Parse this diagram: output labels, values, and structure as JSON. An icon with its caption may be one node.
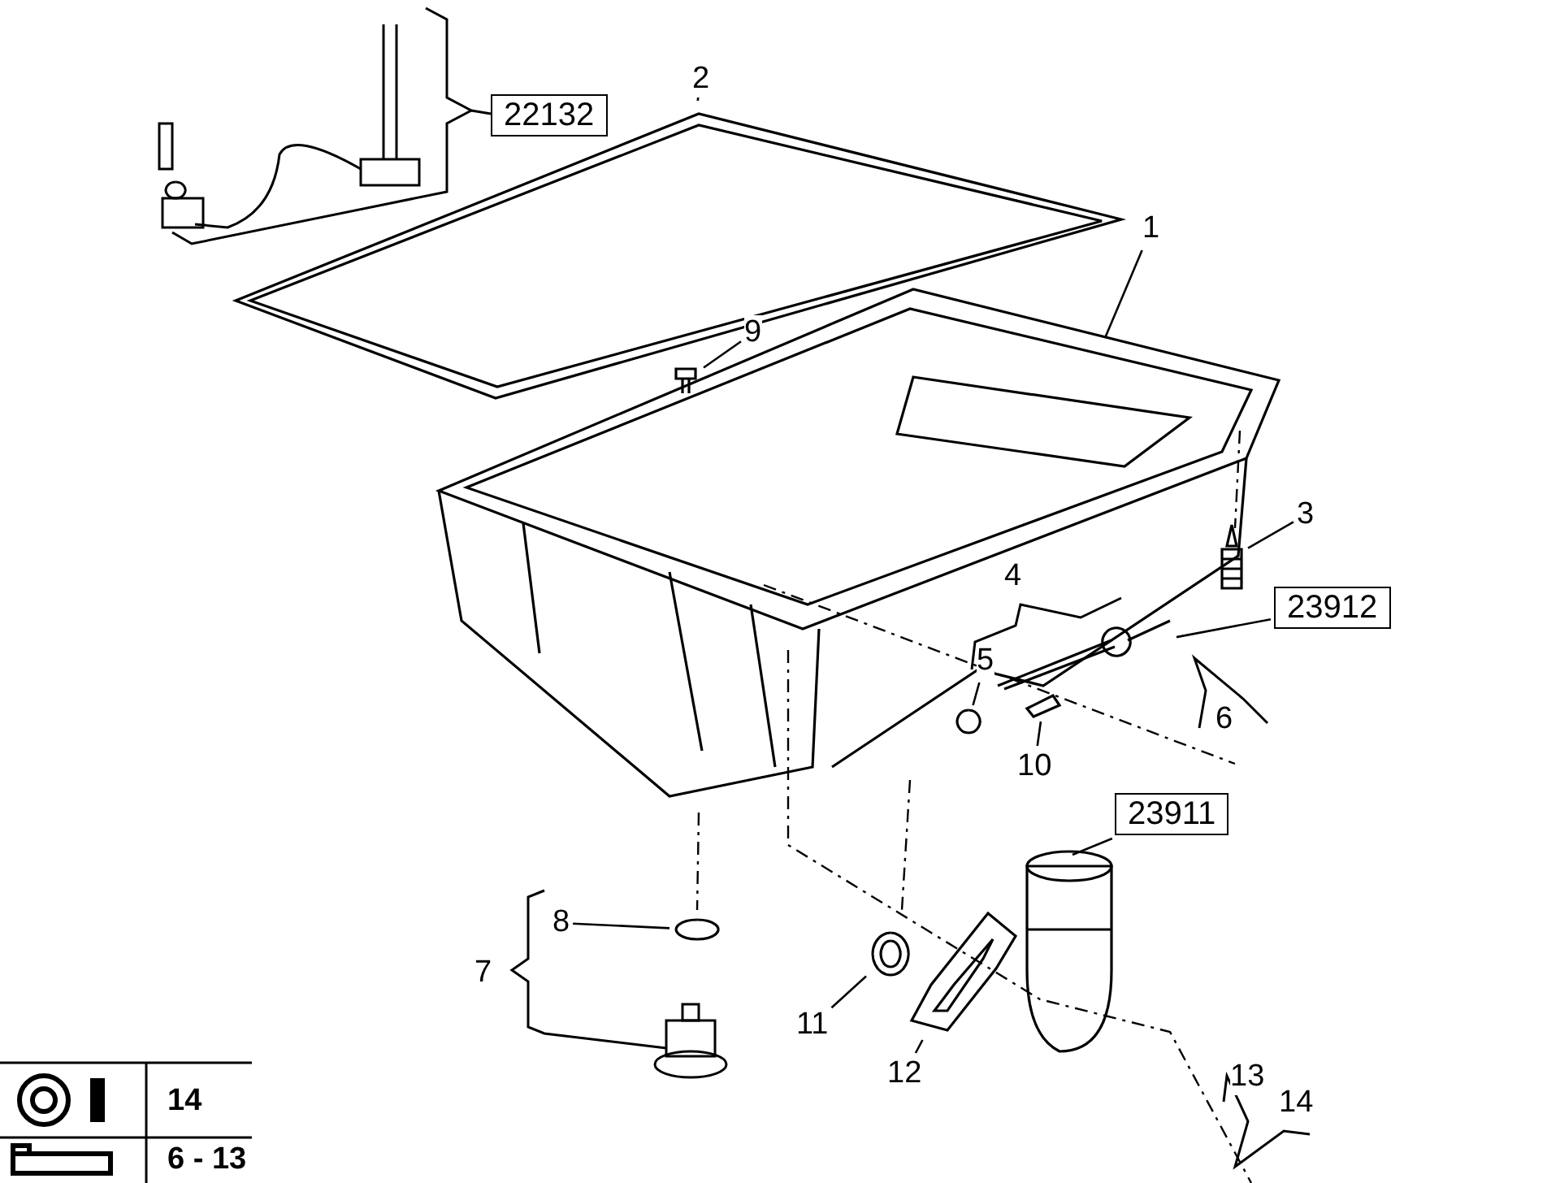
{
  "diagram": {
    "nodes": [
      {
        "text": [
          "22132"
        ]
      },
      {
        "text": [
          "2"
        ]
      },
      {
        "text": [],
        "shape": "picture"
      },
      {
        "text": [
          "1"
        ]
      },
      {
        "text": [],
        "shape": "picture"
      },
      {
        "text": [
          "9"
        ]
      },
      {
        "text": [],
        "shape": "picture"
      },
      {
        "text": [
          "3"
        ]
      },
      {
        "text": [],
        "shape": "picture"
      },
      {
        "text": [
          "23912"
        ]
      },
      {
        "text": [],
        "shape": "picture"
      },
      {
        "text": [
          "5"
        ]
      },
      {
        "text": [],
        "shape": "picture"
      },
      {
        "text": [
          "10"
        ]
      },
      {
        "text": [],
        "shape": "picture"
      },
      {
        "text": [
          "23911"
        ]
      },
      {
        "text": [],
        "shape": "picture"
      },
      {
        "text": [
          "8"
        ]
      },
      {
        "text": [],
        "shape": "picture"
      },
      {
        "text": [
          "11"
        ]
      },
      {
        "text": [],
        "shape": "picture"
      },
      {
        "text": [
          "12"
        ]
      },
      {
        "text": [],
        "shape": "picture"
      },
      {
        "text": [
          "4"
        ]
      },
      {
        "text": [
          "6"
        ]
      },
      {
        "text": [
          "7"
        ]
      },
      {
        "text": [
          "13"
        ]
      },
      {
        "text": [
          "14"
        ]
      }
    ],
    "edges": [
      {
        "from": 1,
        "to": 2,
        "arrow": "none"
      },
      {
        "from": 3,
        "to": 4,
        "arrow": "none"
      },
      {
        "from": 5,
        "to": 6,
        "arrow": "none"
      },
      {
        "from": 7,
        "to": 8,
        "arrow": "none"
      },
      {
        "from": 9,
        "to": 10,
        "arrow": "none"
      },
      {
        "from": 11,
        "to": 12,
        "arrow": "none"
      },
      {
        "from": 13,
        "to": 14,
        "arrow": "none"
      },
      {
        "from": 15,
        "to": 16,
        "arrow": "none"
      },
      {
        "from": 17,
        "to": 18,
        "arrow": "none"
      },
      {
        "from": 19,
        "to": 20,
        "arrow": "none"
      },
      {
        "from": 21,
        "to": 22,
        "arrow": "none"
      }
    ],
    "labels": [
      "14",
      "6 - 13"
    ]
  }
}
